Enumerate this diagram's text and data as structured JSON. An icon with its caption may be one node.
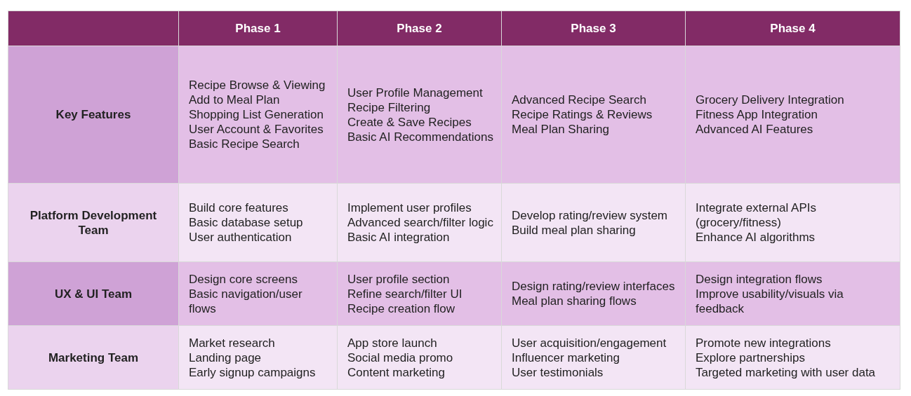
{
  "diagram": {
    "labels": [
      "Phase 1",
      "Phase 2",
      "Phase 3",
      "Phase 4",
      "Key Features",
      "Recipe Browse & Viewing",
      "Add to Meal Plan",
      "Shopping List Generation",
      "User Account & Favorites",
      "Basic Recipe Search",
      "User Profile Management",
      "Recipe Filtering",
      "Create & Save Recipes",
      "Basic AI Recommendations",
      "Advanced Recipe Search",
      "Recipe Ratings & Reviews",
      "Meal Plan Sharing",
      "Grocery Delivery Integration",
      "Fitness App Integration",
      "Advanced AI Features",
      "Platform Development Team",
      "Build core features",
      "Basic database setup",
      "User authentication",
      "Implement user profiles",
      "Advanced search/filter logic",
      "Basic AI integration",
      "Develop rating/review system",
      "Build meal plan sharing",
      "Integrate external APIs (grocery/fitness)",
      "Enhance AI algorithms",
      "UX & UI Team",
      "Design core screens",
      "Basic navigation/user flows",
      "User profile section",
      "Refine search/filter UI",
      "Recipe creation flow",
      "Design rating/review interfaces",
      "Meal plan sharing flows",
      "Design integration flows",
      "Improve usability/visuals via feedback",
      "Marketing Team",
      "Market research",
      "Landing page",
      "Early signup campaigns",
      "App store launch",
      "Social media promo",
      "Content marketing",
      "User acquisition/engagement",
      "Influencer marketing",
      "User testimonials",
      "Promote new integrations",
      "Explore partnerships",
      "Targeted marketing with user data"
    ]
  }
}
